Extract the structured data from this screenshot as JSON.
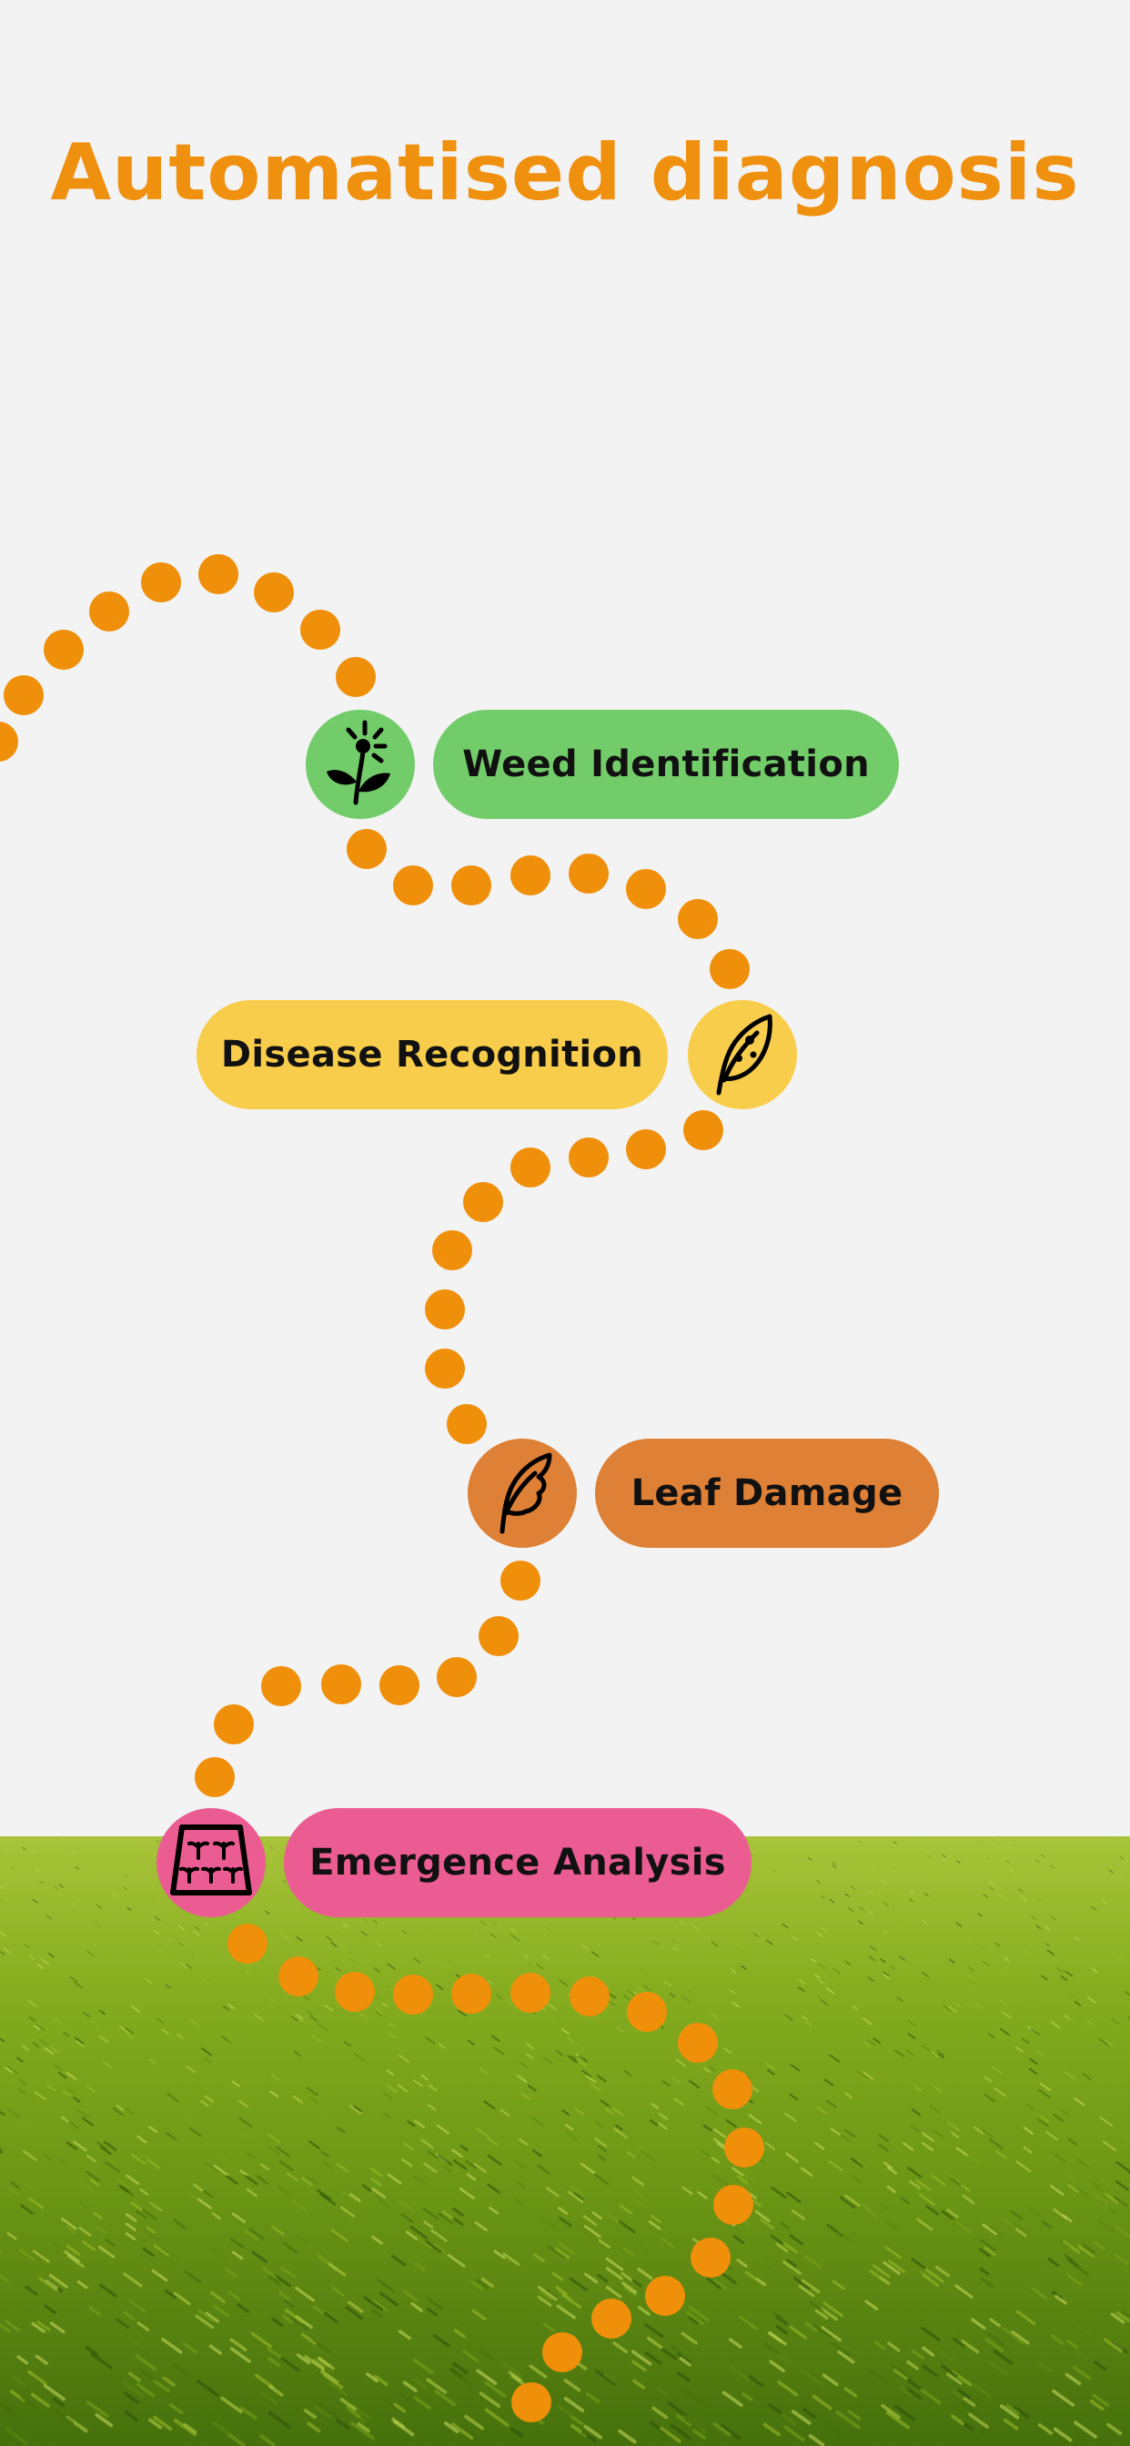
{
  "header": {
    "title": "Automatised diagnosis"
  },
  "features": [
    {
      "label": "Weed Identification",
      "color": "#72cc69",
      "icon": "weed-flower-icon"
    },
    {
      "label": "Disease Recognition",
      "color": "#f8cd4b",
      "icon": "diseased-leaf-icon"
    },
    {
      "label": "Leaf Damage",
      "color": "#de8035",
      "icon": "damaged-leaf-icon"
    },
    {
      "label": "Emergence Analysis",
      "color": "#ea5c92",
      "icon": "seedling-tray-icon"
    }
  ],
  "theme": {
    "accent": "#f0900f",
    "dot_color": "#ef8f0a",
    "grass_light": "#8bb21e",
    "grass_dark": "#3f6a0c"
  }
}
